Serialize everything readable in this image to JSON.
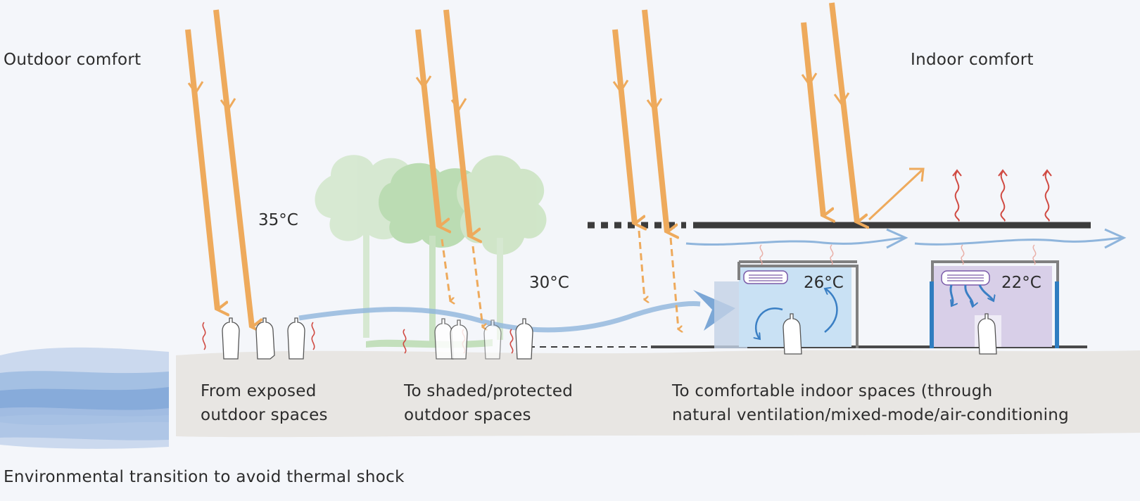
{
  "header": {
    "outdoor_title": "Outdoor comfort",
    "indoor_title": "Indoor comfort"
  },
  "temperatures": {
    "exposed": "35°C",
    "shaded": "30°C",
    "natural_vent": "26°C",
    "air_conditioned": "22°C"
  },
  "zones": {
    "exposed_line1": "From exposed",
    "exposed_line2": "outdoor spaces",
    "shaded_line1": "To shaded/protected",
    "shaded_line2": "outdoor spaces",
    "indoor_line1": "To comfortable indoor spaces (through",
    "indoor_line2": "natural ventilation/mixed-mode/air-conditioning"
  },
  "footer": {
    "caption": "Environmental transition to avoid thermal shock"
  },
  "colors": {
    "sun_ray": "#eeaa5c",
    "heat_wave": "#d04a42",
    "airflow": "#8fb5dc",
    "tree": "#9cce8a",
    "ground": "#e8e6e3",
    "roof": "#3c3c3c",
    "room_ventilated": "#c9e1f4",
    "room_conditioned": "#d8cfe8",
    "ac_edge": "#2f7dc0",
    "water": "#7aa2d6"
  },
  "icons": [
    "sun-ray-arrow",
    "heat-wave-icon",
    "person-icon",
    "tree-icon",
    "air-conditioner-icon",
    "airflow-arrow-icon"
  ]
}
